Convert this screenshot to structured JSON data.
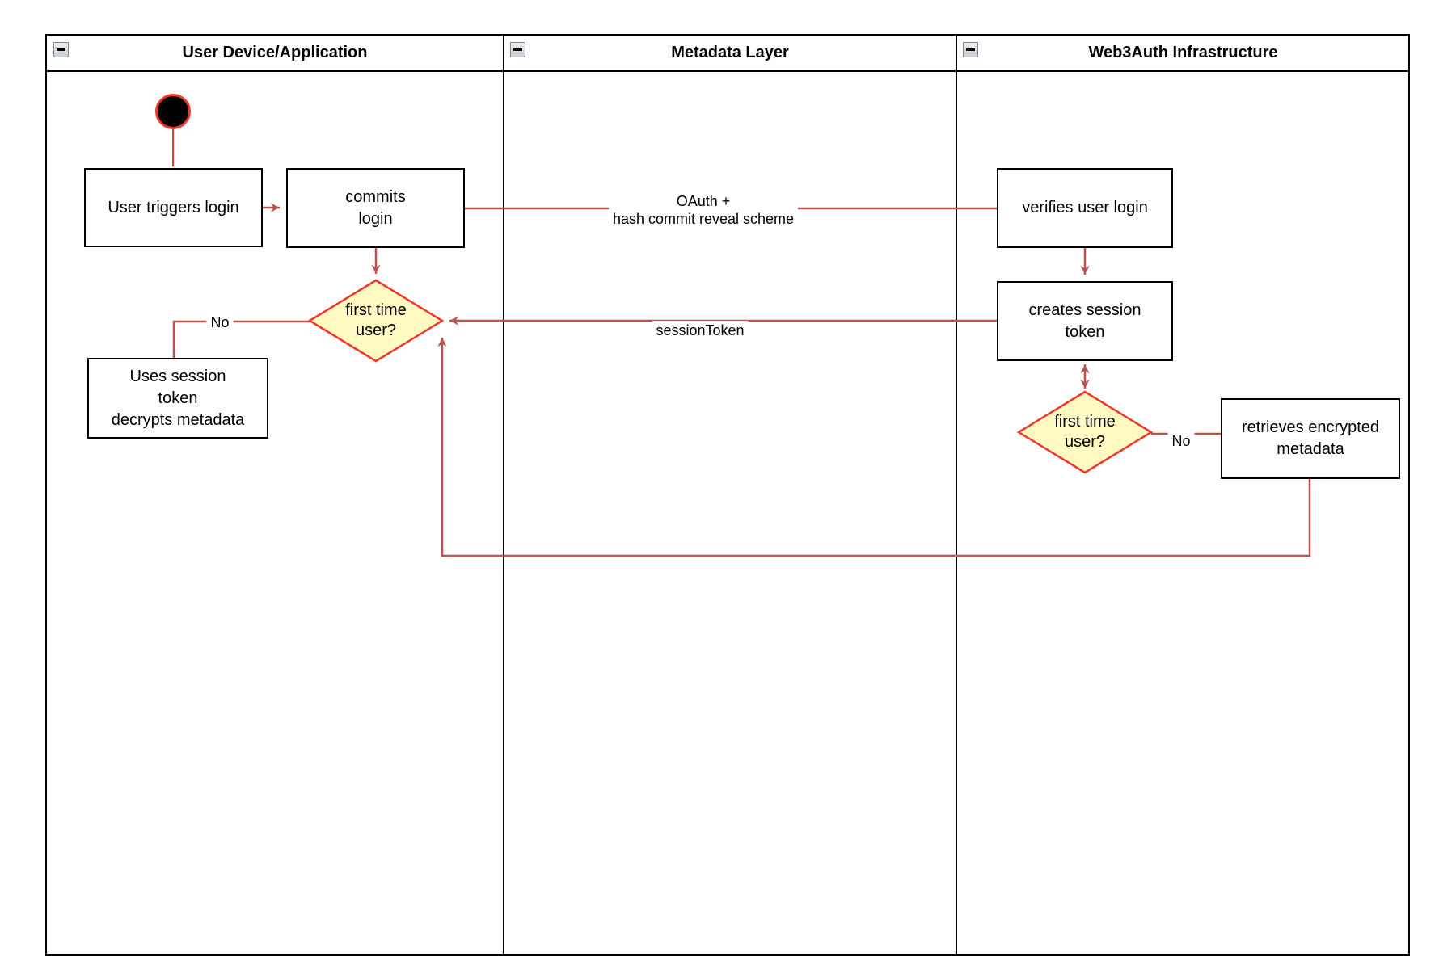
{
  "lanes": [
    {
      "title": "User Device/Application"
    },
    {
      "title": "Metadata Layer"
    },
    {
      "title": "Web3Auth Infrastructure"
    }
  ],
  "nodes": {
    "user_triggers_login": "User triggers login",
    "commits_login": "commits\nlogin",
    "first_time_user_1": "first time\nuser?",
    "uses_session_token": "Uses session\ntoken\ndecrypts metadata",
    "verifies_user_login": "verifies user login",
    "creates_session_token": "creates session\ntoken",
    "first_time_user_2": "first time\nuser?",
    "retrieves_encrypted_metadata": "retrieves encrypted\nmetadata"
  },
  "edge_labels": {
    "oauth": "OAuth +\nhash commit reveal scheme",
    "session_token": "sessionToken",
    "no_first_time_1": "No",
    "no_first_time_2": "No"
  },
  "colors": {
    "connector": "#b85450",
    "decision_fill": "#fffac2",
    "decision_stroke": "#f0372b",
    "start_fill": "#000000",
    "start_stroke": "#f0372b",
    "node_border": "#000000",
    "icon_bg": "#c8ccd4"
  }
}
